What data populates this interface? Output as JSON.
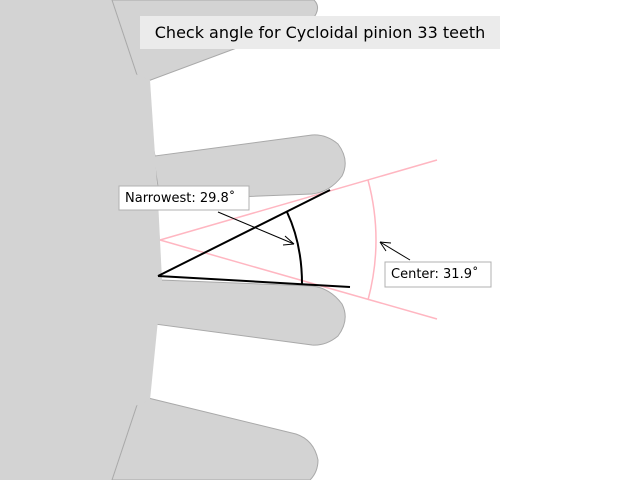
{
  "title": "Check angle for Cycloidal pinion 33 teeth",
  "annotations": {
    "narrowest": "Narrowest: 29.8˚",
    "center": "Center: 31.9˚"
  },
  "colors": {
    "gear": "#d3d3d3",
    "gear_edge": "#a9a9a9",
    "center_lines": "#ffb6c1",
    "narrow_lines": "#000000",
    "title_bg": "#ebebeb"
  }
}
